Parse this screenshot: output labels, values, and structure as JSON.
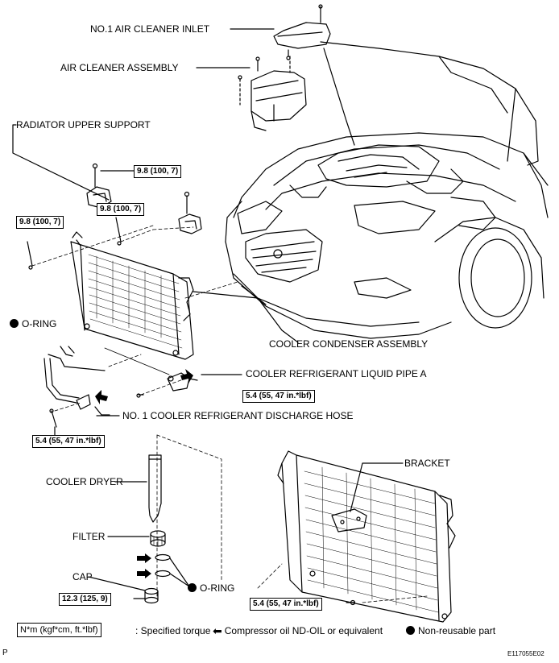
{
  "labels": {
    "air_cleaner_inlet": "NO.1 AIR CLEANER INLET",
    "air_cleaner_assembly": "AIR CLEANER ASSEMBLY",
    "radiator_upper_support": "RADIATOR UPPER SUPPORT",
    "oring_top": "O-RING",
    "cooler_condenser_assembly": "COOLER CONDENSER ASSEMBLY",
    "liquid_pipe_a": "COOLER REFRIGERANT LIQUID PIPE A",
    "discharge_hose": "NO. 1 COOLER REFRIGERANT DISCHARGE HOSE",
    "cooler_dryer": "COOLER DRYER",
    "filter": "FILTER",
    "cap": "CAP",
    "oring_bottom": "O-RING",
    "bracket": "BRACKET"
  },
  "torques": {
    "t1": "9.8 (100, 7)",
    "t2": "9.8 (100, 7)",
    "t3": "9.8 (100, 7)",
    "t4": "5.4 (55, 47 in.*lbf)",
    "t5": "5.4 (55, 47 in.*lbf)",
    "t6": "12.3 (125, 9)",
    "t7": "5.4 (55, 47 in.*lbf)"
  },
  "legend": {
    "unit_box": "N*m (kgf*cm, ft.*lbf)",
    "specified_torque": ": Specified torque",
    "oil": "Compressor oil ND-OIL or equivalent",
    "non_reusable": "Non-reusable part"
  },
  "footer": {
    "left": "P",
    "code": "E117055E02"
  }
}
